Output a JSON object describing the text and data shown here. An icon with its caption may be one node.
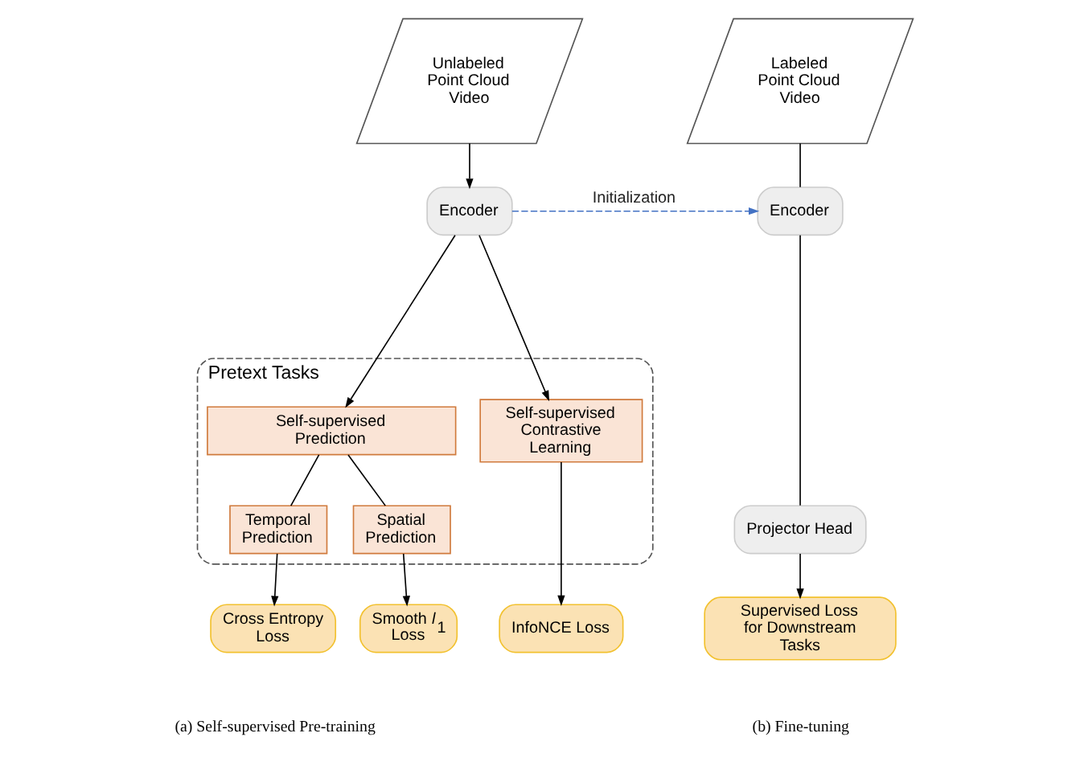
{
  "diagram": {
    "nodes": [
      {
        "text": [
          "Unlabeled Point Cloud Video"
        ]
      },
      {
        "text": [
          "Encoder"
        ]
      },
      {
        "text": [
          "Pretext Tasks"
        ]
      },
      {
        "text": [
          "Self-supervised Contrastive Learning"
        ],
        "in": 2
      },
      {
        "text": [
          "Self-supervised Prediction"
        ],
        "in": 2
      },
      {
        "text": [
          "Temporal Prediction"
        ],
        "in": 2
      },
      {
        "text": [
          "Spatial Prediction"
        ],
        "in": 2
      },
      {
        "text": [
          "InfoNCE Loss"
        ]
      },
      {
        "text": [
          "Cross Entropy Loss"
        ]
      },
      {
        "text": [
          "Smooth *l*$_{1}$ Loss"
        ]
      },
      {
        "text": [
          "Labeled Point Cloud Video"
        ]
      },
      {
        "text": [
          "Encoder"
        ]
      },
      {
        "text": [
          "Projector Head"
        ]
      },
      {
        "text": [
          "Supervised Loss for Downstream Tasks"
        ]
      }
    ],
    "edges": [
      {
        "from": 0,
        "to": 1,
        "arrow": "to"
      },
      {
        "from": 1,
        "to": 3,
        "arrow": "to"
      },
      {
        "from": 1,
        "to": 4,
        "arrow": "to"
      },
      {
        "from": 4,
        "to": 5,
        "arrow": "none"
      },
      {
        "from": 4,
        "to": 6,
        "arrow": "none"
      },
      {
        "from": 3,
        "to": 7,
        "arrow": "to"
      },
      {
        "from": 5,
        "to": 8,
        "arrow": "to"
      },
      {
        "from": 6,
        "to": 9,
        "arrow": "to"
      },
      {
        "from": 1,
        "to": 11,
        "arrow": "to",
        "label": "Initialization",
        "style": "dashed",
        "color": "#4472c4"
      },
      {
        "from": 10,
        "to": 11,
        "arrow": "none"
      },
      {
        "from": 11,
        "to": 12,
        "arrow": "none"
      },
      {
        "from": 12,
        "to": 13,
        "arrow": "to"
      }
    ],
    "labels": [
      "(a) Self-supervised Pre-training",
      "(b) Fine-tuning"
    ]
  }
}
